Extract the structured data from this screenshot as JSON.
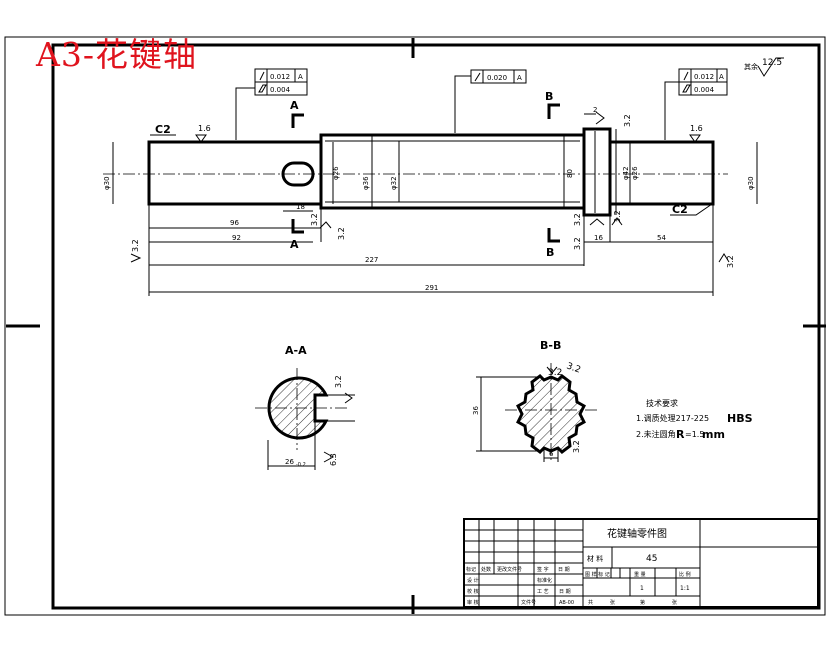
{
  "title_overlay": "A3-花键轴",
  "roughness_corner": {
    "other": "其余",
    "value": "12.5"
  },
  "tolerance_frames": {
    "left": [
      {
        "value": "0.012",
        "datum": "A"
      },
      {
        "value": "0.004",
        "datum": ""
      }
    ],
    "middle": [
      {
        "value": "0.020",
        "datum": "A"
      }
    ],
    "right": [
      {
        "value": "0.012",
        "datum": "A"
      },
      {
        "value": "0.004",
        "datum": ""
      }
    ]
  },
  "section_marks": {
    "a": "A",
    "b": "B"
  },
  "chamfers": {
    "left": "C2",
    "right": "C2"
  },
  "roughness_values": [
    "1.6",
    "1.6",
    "3.2",
    "3.2",
    "3.2",
    "3.2",
    "3.2",
    "3.2",
    "3.2",
    "3.2",
    "3.2",
    "3.2"
  ],
  "dimensions": {
    "d1": "96",
    "d2": "92",
    "d3": "227",
    "d4": "291",
    "d5": "18",
    "d6": "16",
    "d7": "54",
    "d8": "2",
    "d9": "80",
    "dia_left": "φ30",
    "dia_26a": "φ26",
    "dia_36": "φ36",
    "dia_32": "φ32",
    "dia_42": "φ42",
    "dia_26b": "φ26",
    "dia_30b": "φ30"
  },
  "section_views": {
    "aa": {
      "label": "A-A",
      "dim": "26",
      "dim_tol": "-0.2",
      "rough": "3.2",
      "rough2": "6.3"
    },
    "bb": {
      "label": "B-B",
      "dim_left": "36",
      "dim_bottom": "6",
      "rough": "3.2",
      "rough2": "3.2",
      "rough3": "3.2"
    }
  },
  "tech_requirements": {
    "heading": "技术要求",
    "line1_prefix": "1.调质处理217-225",
    "line1_unit": "HBS",
    "line2_prefix": "2.未注圆角",
    "line2_r": "R",
    "line2_value": "=1.5",
    "line2_unit": "mm"
  },
  "title_block": {
    "part_name": "花键轴零件图",
    "material_label": "材 料",
    "material_value": "45",
    "qty_headers": [
      "图 样 标 记",
      "重 量",
      "比 例"
    ],
    "scale": "1:1",
    "count": "1",
    "rev_headers": [
      "标记",
      "处数",
      "更改文件号",
      "签 字",
      "日 期"
    ],
    "rows_left": [
      "设 计",
      "校 核",
      "审 核"
    ],
    "std_label": "标准化",
    "process_label": "工 艺",
    "approve_label": "日 期",
    "doc_label": "文件号",
    "doc_value": "AB-00",
    "sheet_info": [
      "共",
      "张",
      "第",
      "张"
    ]
  }
}
